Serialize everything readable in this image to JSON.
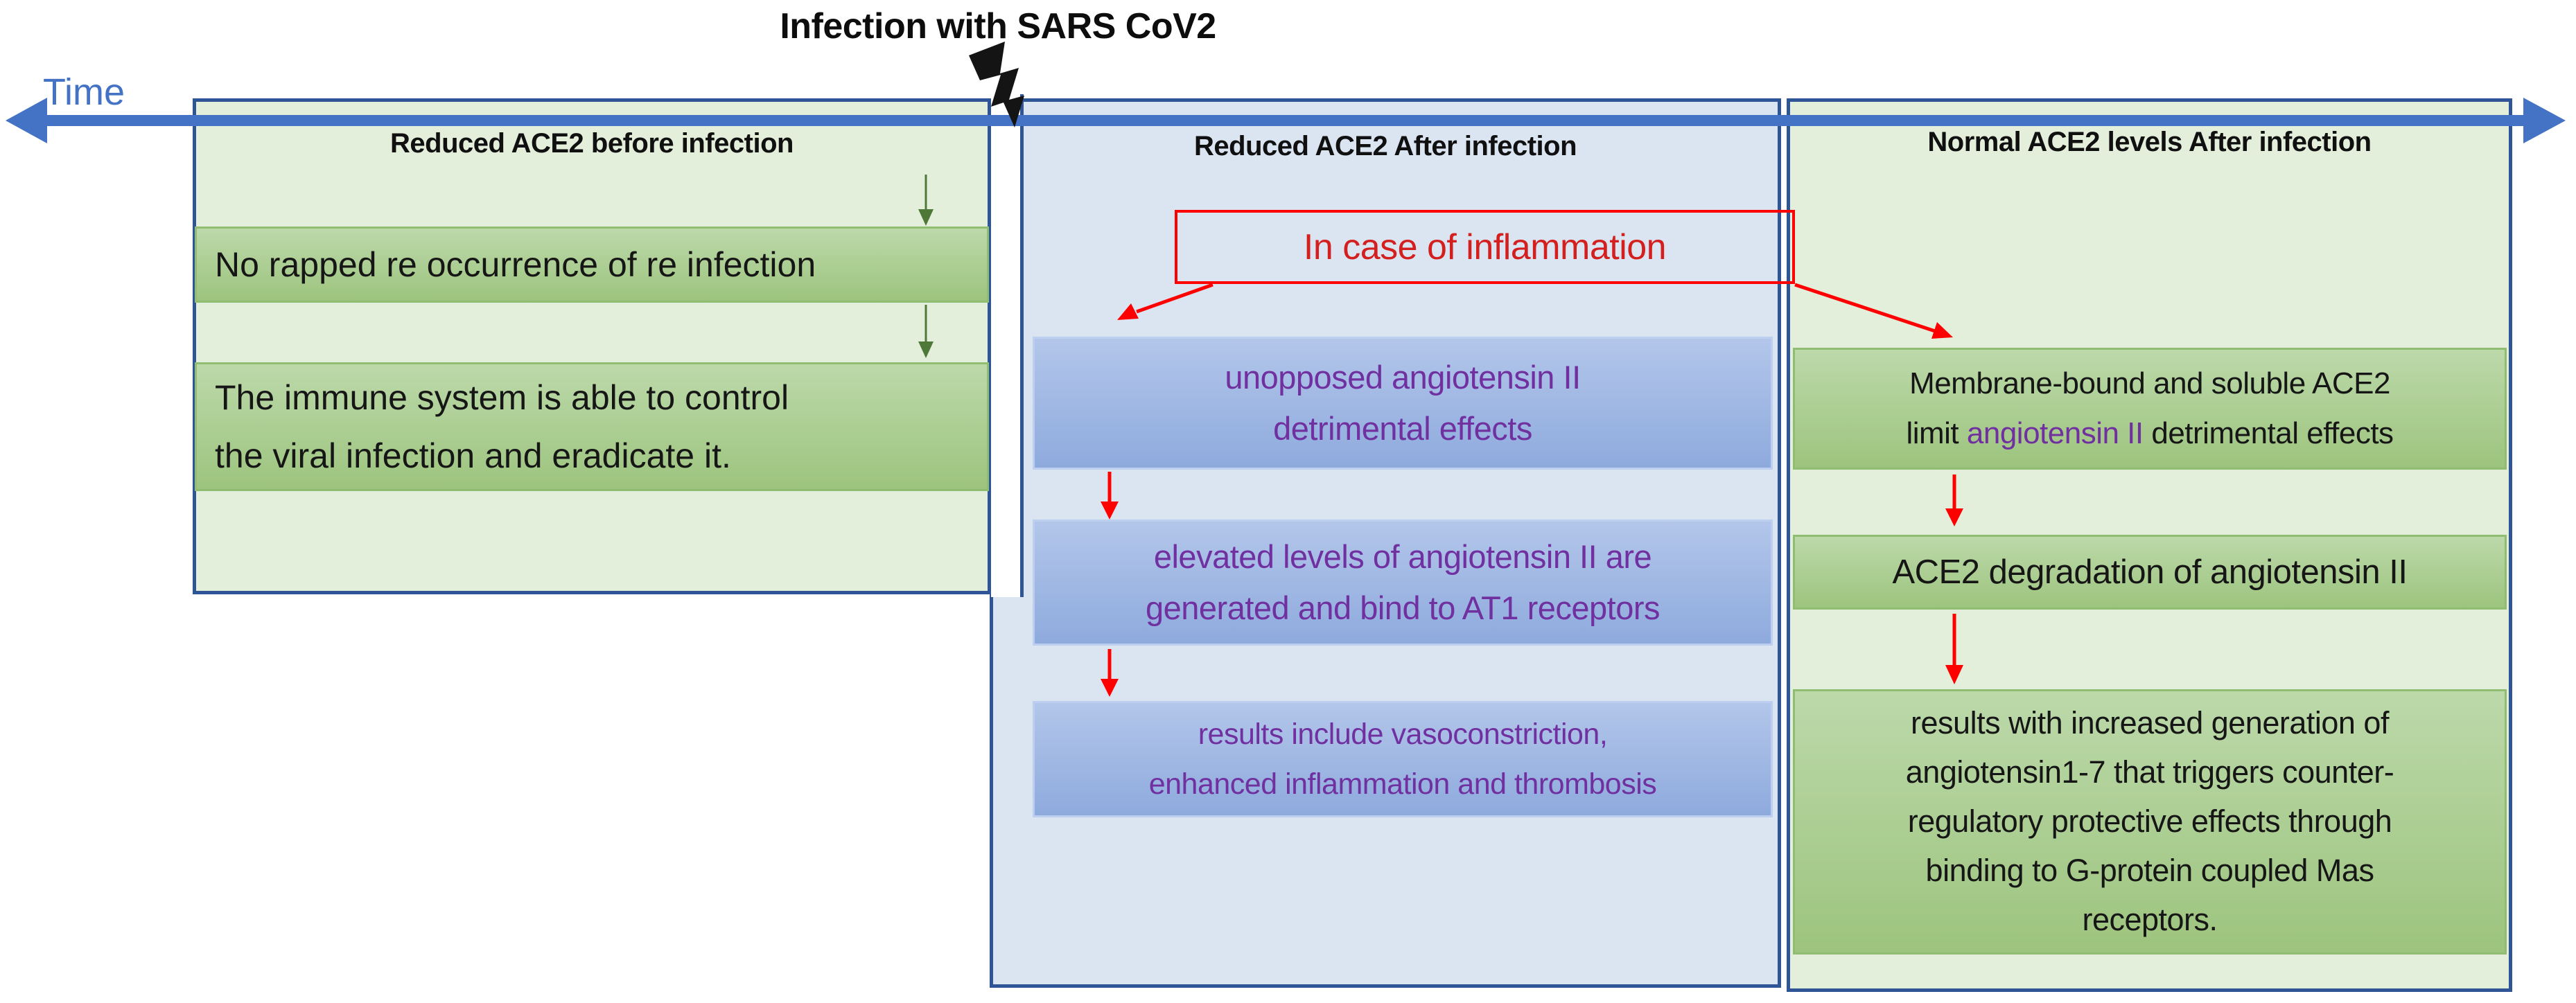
{
  "title": "Infection with SARS CoV2",
  "timeline": {
    "label": "Time"
  },
  "left_panel": {
    "header": "Reduced ACE2 before infection",
    "box1": {
      "line1": "No rapped re occurrence of re infection"
    },
    "box2": {
      "line1": "The immune system is able to control",
      "line2": "the viral infection and eradicate it."
    }
  },
  "middle_panel": {
    "header": "Reduced ACE2 After infection",
    "inflammation_label": "In case of inflammation",
    "box1": {
      "line1": "unopposed angiotensin II",
      "line2": "detrimental effects"
    },
    "box2": {
      "line1": "elevated levels of angiotensin II are",
      "line2": "generated and bind to AT1 receptors"
    },
    "box3": {
      "line1": "results include vasoconstriction,",
      "line2": "enhanced inflammation and thrombosis"
    }
  },
  "right_panel": {
    "header": "Normal ACE2 levels After infection",
    "box1": {
      "line1": "Membrane-bound and soluble ACE2",
      "line2_prefix": "limit ",
      "line2_highlight": "angiotensin II",
      "line2_suffix": " detrimental effects"
    },
    "box2": {
      "line1": "ACE2 degradation of angiotensin II"
    },
    "box3": {
      "line1": "results with increased generation of",
      "line2": "angiotensin1-7 that triggers counter-",
      "line3": "regulatory protective effects through",
      "line4": "binding to G-protein coupled Mas",
      "line5": "receptors."
    }
  },
  "colors": {
    "timeline_blue": "#4472c4",
    "panel_border_blue": "#2f5597",
    "red_line": "#ff0000",
    "red_text": "#d41f1f",
    "purple": "#7030a0",
    "green_arrow": "#4e7838",
    "bolt_black": "#141414",
    "panel_green_bg": "#e4efdb",
    "panel_blue_bg": "#dbe5f2",
    "green_box_top": "#bcd9aa",
    "green_box_bottom": "#9dc47e",
    "blue_box_top": "#b3c6ea",
    "blue_box_bottom": "#8eaadd"
  }
}
